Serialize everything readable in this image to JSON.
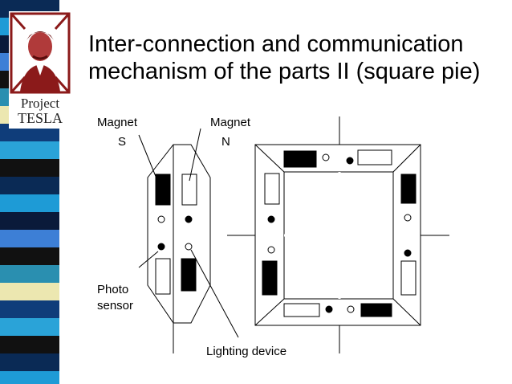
{
  "slide": {
    "title_line1": "Inter-connection and communication",
    "title_line2": "mechanism of the parts II (square pie)"
  },
  "logo": {
    "line1": "Project",
    "line2": "TESLA",
    "frame_color": "#8b1a1a"
  },
  "labels": {
    "magnet_left": "Magnet",
    "pole_s": "S",
    "magnet_right": "Magnet",
    "pole_n": "N",
    "photo_line1": "Photo",
    "photo_line2": "sensor",
    "lighting": "Lighting device"
  },
  "stripe_colors": [
    "#0a2a55",
    "#1e9bd6",
    "#0a1a3a",
    "#3d7fd6",
    "#111111",
    "#2a8fb0",
    "#ece7b0",
    "#0f3d7a",
    "#2aa3d8",
    "#111111"
  ]
}
